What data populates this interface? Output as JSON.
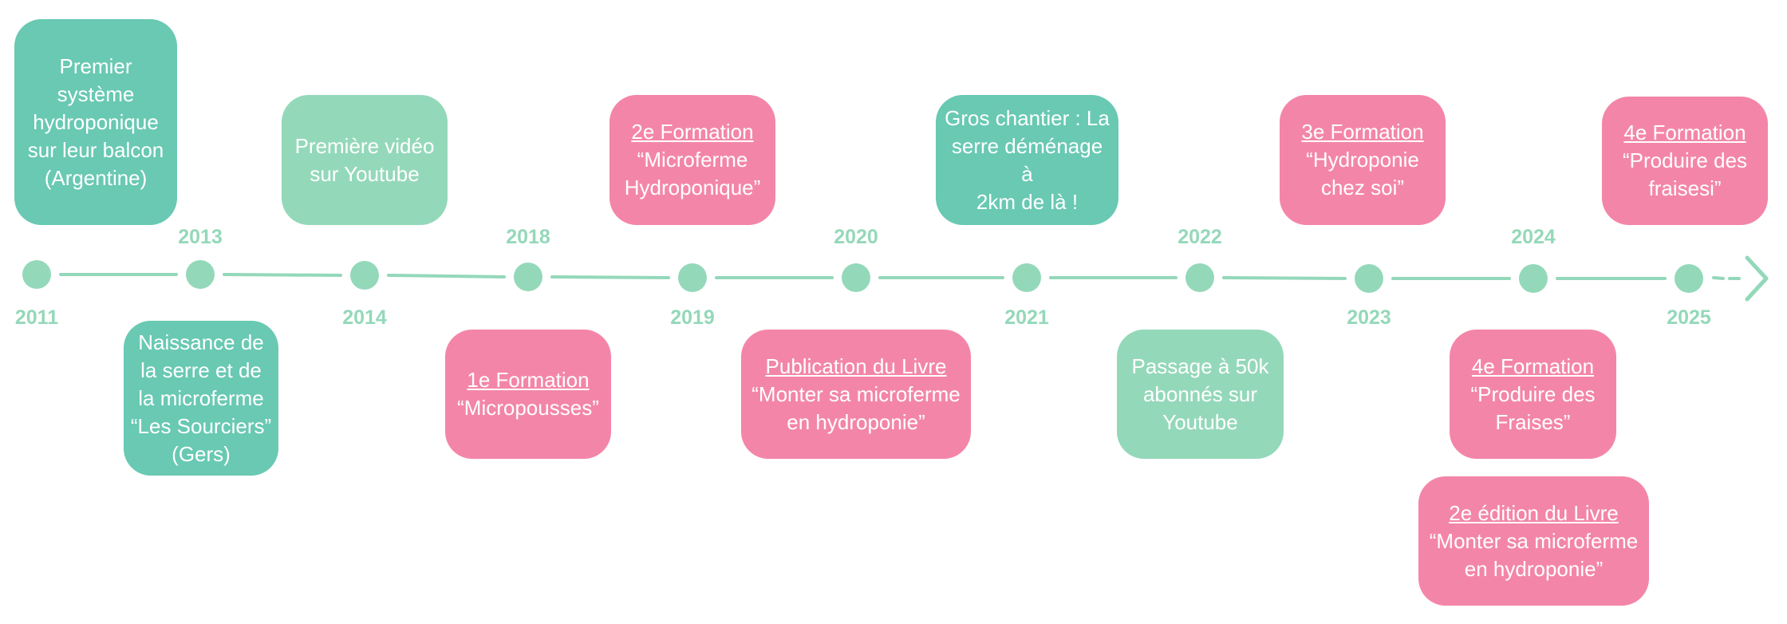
{
  "colors": {
    "teal": "#69c9b3",
    "mint": "#94d8ba",
    "pink": "#f386a8",
    "line": "#94d8ba"
  },
  "years": [
    "2011",
    "2013",
    "2014",
    "2018",
    "2019",
    "2020",
    "2021",
    "2022",
    "2023",
    "2024",
    "2025"
  ],
  "events": [
    {
      "lines": [
        "Premier",
        "système",
        "hydroponique",
        "sur leur balcon",
        "(Argentine)"
      ]
    },
    {
      "lines": [
        "Première vidéo",
        "sur Youtube"
      ]
    },
    {
      "title": "2e Formation",
      "lines": [
        "“Microferme",
        "Hydroponique”"
      ]
    },
    {
      "lines": [
        "Gros chantier : La",
        "serre déménage à",
        "2km de là !"
      ]
    },
    {
      "title": "3e Formation",
      "lines": [
        "“Hydroponie",
        "chez soi”"
      ]
    },
    {
      "title": "4e Formation",
      "lines": [
        "“Produire des",
        "fraisesi”"
      ]
    },
    {
      "lines": [
        "Naissance de",
        "la serre et de",
        "la microferme",
        "“Les Sourciers”",
        "(Gers)"
      ]
    },
    {
      "title": "1e Formation",
      "lines": [
        "“Micropousses”"
      ]
    },
    {
      "title": "Publication du Livre",
      "lines": [
        "“Monter sa microferme",
        "en hydroponie”"
      ]
    },
    {
      "lines": [
        "Passage à 50k",
        "abonnés sur",
        "Youtube"
      ]
    },
    {
      "title": "4e Formation",
      "lines": [
        "“Produire des",
        "Fraises”"
      ]
    },
    {
      "title": "2e édition du Livre",
      "lines": [
        "“Monter sa microferme",
        "en hydroponie”"
      ]
    }
  ]
}
